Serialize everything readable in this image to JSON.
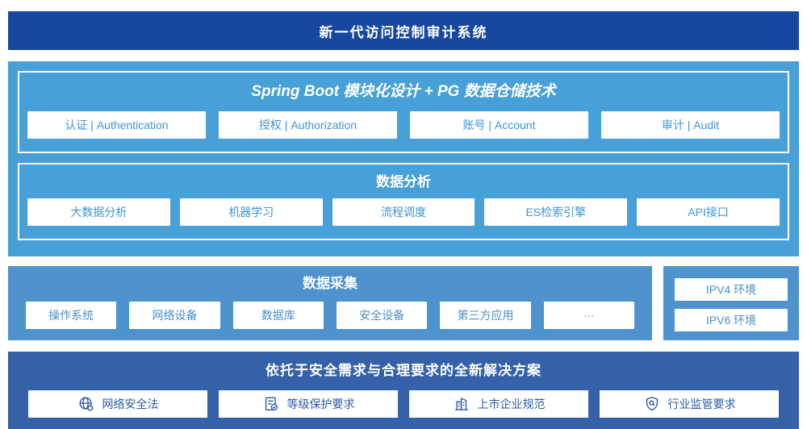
{
  "colors": {
    "banner_top": "#17479E",
    "platform_bg": "#47A0D8",
    "collection_bg": "#4E93CD",
    "solution_bg": "#3561A8",
    "box_text_light": "#3E96D3",
    "box_text_mid": "#4A90C9",
    "solution_text": "#2C5BA6"
  },
  "header": {
    "title": "新一代访问控制审计系统"
  },
  "platform": {
    "arch": {
      "title": "Spring Boot 模块化设计 + PG 数据仓储技术",
      "modules": [
        "认证 | Authentication",
        "授权 | Authorization",
        "账号 | Account",
        "审计 | Audit"
      ]
    },
    "analysis": {
      "title": "数据分析",
      "modules": [
        "大数据分析",
        "机器学习",
        "流程调度",
        "ES检索引擎",
        "API接口"
      ]
    }
  },
  "collection": {
    "title": "数据采集",
    "modules": [
      "操作系统",
      "网络设备",
      "数据库",
      "安全设备",
      "第三方应用",
      "···"
    ]
  },
  "network": {
    "modules": [
      "IPV4 环境",
      "IPV6 环境"
    ]
  },
  "solution": {
    "title": "依托于安全需求与合理要求的全新解决方案",
    "items": [
      {
        "icon": "globe-icon",
        "label": "网络安全法"
      },
      {
        "icon": "document-check-icon",
        "label": "等级保护要求"
      },
      {
        "icon": "building-icon",
        "label": "上市企业规范"
      },
      {
        "icon": "shield-search-icon",
        "label": "行业监管要求"
      }
    ]
  }
}
